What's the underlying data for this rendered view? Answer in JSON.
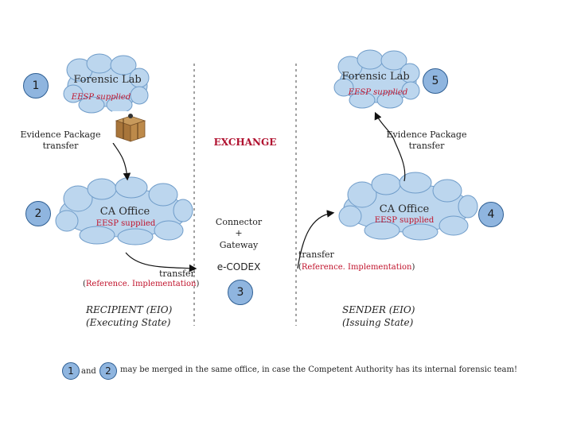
{
  "recipient": {
    "forensic_lab": {
      "title": "Forensic Lab",
      "supplier": "EESP supplied",
      "step": "1"
    },
    "ca_office": {
      "title": "CA Office",
      "supplier": "EESP supplied",
      "step": "2"
    },
    "evidence_line1": "Evidence Package",
    "evidence_line2": "transfer",
    "transfer": "transfer",
    "ref_open": "(",
    "ref_text": "Reference. Implementation",
    "ref_close": ")",
    "role_line1": "RECIPIENT (EIO)",
    "role_line2": "(Executing State)"
  },
  "exchange": {
    "title": "EXCHANGE",
    "connector": "Connector",
    "plus": "+",
    "gateway": "Gateway",
    "ecodex": "e-CODEX",
    "step": "3"
  },
  "sender": {
    "forensic_lab": {
      "title": "Forensic Lab",
      "supplier": "EESP supplied",
      "step": "5"
    },
    "ca_office": {
      "title": "CA Office",
      "supplier": "EESP supplied",
      "step": "4"
    },
    "evidence_line1": "Evidence Package",
    "evidence_line2": "transfer",
    "transfer": "transfer",
    "ref_open": "(",
    "ref_text": "Reference. Implementation",
    "ref_close": ")",
    "role_line1": "SENDER (EIO)",
    "role_line2": "(Issuing State)"
  },
  "footnote": {
    "badge_a": "1",
    "and": "and",
    "badge_b": "2",
    "text": "may be merged in the same office, in case the Competent Authority has its internal forensic team!"
  },
  "colors": {
    "cloud_fill": "#bcd6ee",
    "cloud_stroke": "#6f9cc9",
    "badge_fill": "#8fb5df",
    "accent_red": "#c0122b"
  },
  "icons": {
    "package": "evidence-package-icon"
  }
}
